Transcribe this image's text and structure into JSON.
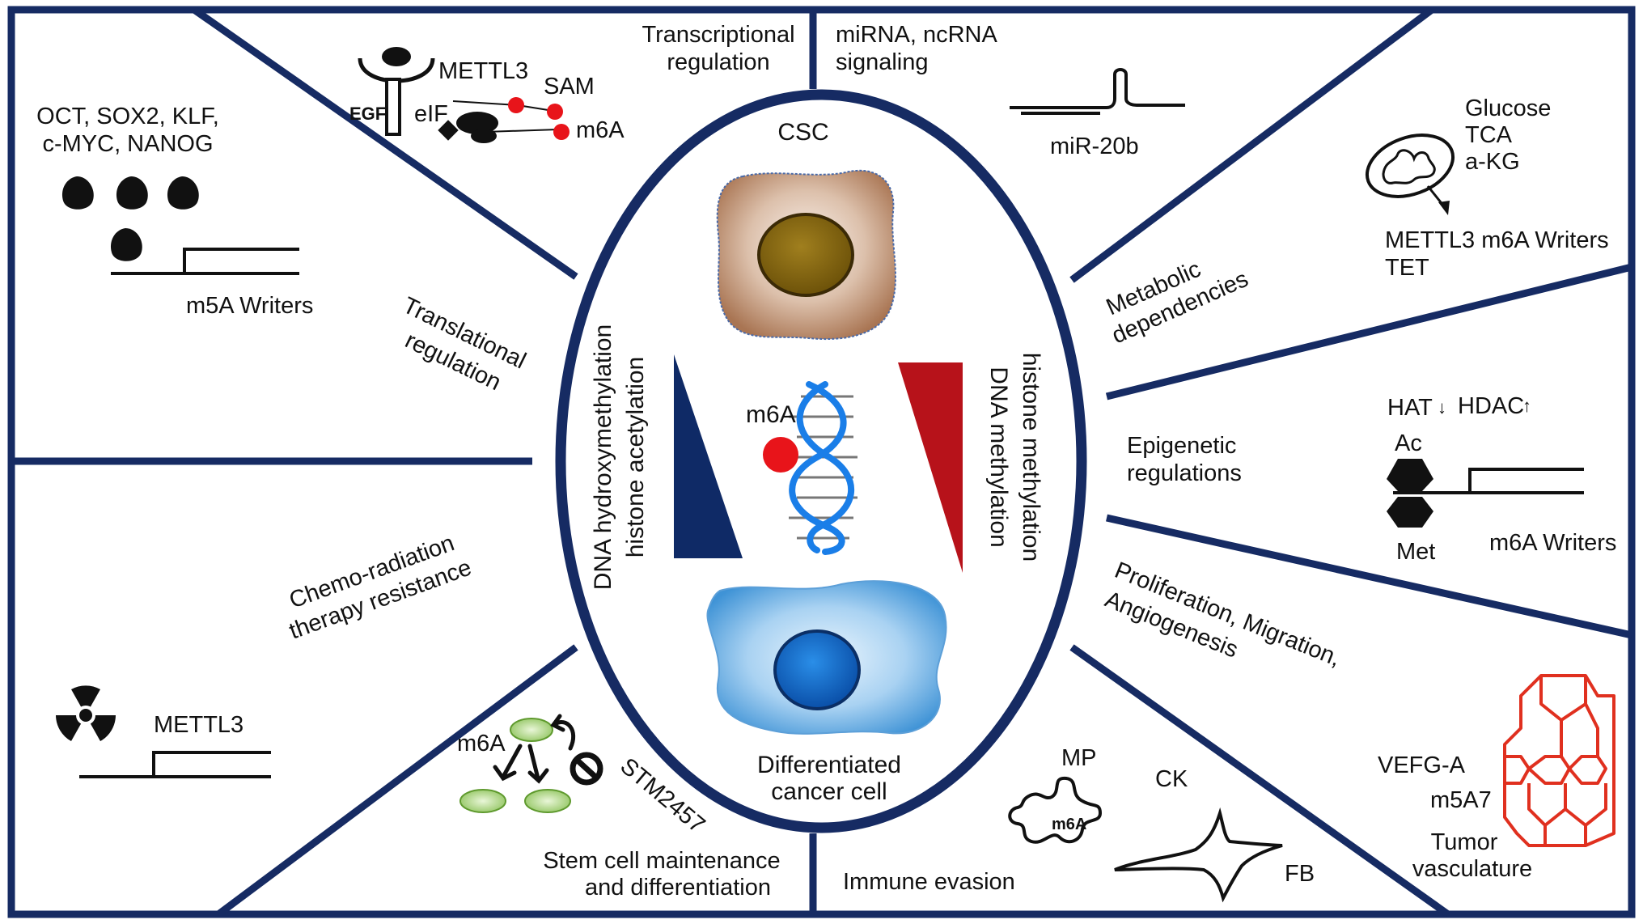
{
  "colors": {
    "frame": "#162b63",
    "navy_triangle": "#0f2a66",
    "red_triangle": "#b7121a",
    "m6a_dot": "#e8141a",
    "rna_strand": "#1a7ee8",
    "csc_cell": "#b07d5a",
    "csc_nucleus": "#8a6a12",
    "diff_cell": "#6fb4e8",
    "diff_nucleus": "#0e6fd0",
    "vasculature": "#e0301f",
    "green_cell": "#a7cf7a"
  },
  "center": {
    "csc_label": "CSC",
    "differentiated_label": [
      "Differentiated",
      "cancer cell"
    ],
    "left_axis": [
      "DNA hydroxymethylation",
      "histone acetylation"
    ],
    "right_axis": [
      "DNA methylation",
      "histone methylation"
    ],
    "m6a_label": "m6A"
  },
  "sectors": {
    "transcriptional": {
      "title": [
        "Transcriptional",
        "regulation"
      ],
      "factors": [
        "OCT, SOX2, KLF,",
        "c-MYC, NANOG"
      ],
      "writers": "m5A Writers"
    },
    "translational": {
      "title": [
        "Translational",
        "regulation"
      ],
      "mettl3": "METTL3",
      "egf": "EGF",
      "eif": "eIF",
      "sam": "SAM",
      "m6a": "m6A"
    },
    "mirna": {
      "title": [
        "miRNA, ncRNA",
        "signaling"
      ],
      "mir": "miR-20b"
    },
    "metabolic": {
      "title": [
        "Metabolic",
        "dependencies"
      ],
      "metabolites": [
        "Glucose",
        "TCA",
        "a-KG"
      ],
      "targets": [
        "METTL3 m6A Writers",
        "TET"
      ]
    },
    "epigenetic": {
      "title": [
        "Epigenetic",
        "regulations"
      ],
      "hat": "HAT",
      "hdac": "HDAC",
      "ac": "Ac",
      "met": "Met",
      "writers": "m6A Writers"
    },
    "proliferation": {
      "title": [
        "Proliferation, Migration,",
        "Angiogenesis"
      ],
      "vegf": "VEFG-A",
      "m5a7": "m5A7",
      "vasculature": [
        "Tumor",
        "vasculature"
      ]
    },
    "immune": {
      "title": "Immune evasion",
      "mp": "MP",
      "ck": "CK",
      "fb": "FB",
      "m6a": "m6A"
    },
    "stem": {
      "title": [
        "Stem cell maintenance",
        "and differentiation"
      ],
      "m6a": "m6A",
      "drug": "STM2457"
    },
    "chemo": {
      "title": [
        "Chemo-radiation",
        "therapy resistance"
      ],
      "mettl3": "METTL3"
    }
  }
}
